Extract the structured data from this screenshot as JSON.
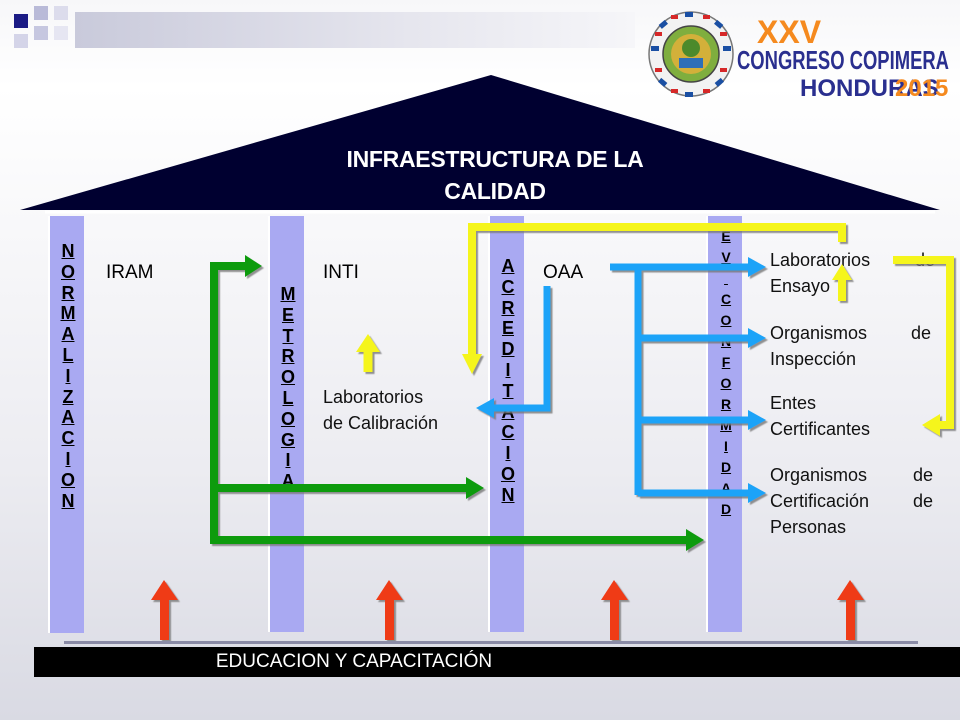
{
  "slide": {
    "roof_title_line1": "INFRAESTRUCTURA DE LA",
    "roof_title_line2": "CALIDAD",
    "base_text": "EDUCACION Y CAPACITACIÓN",
    "logo": {
      "numeral": "XXV",
      "line1": "CONGRESO COPIMERA",
      "line2_word": "HONDURAS",
      "line2_year": "2015"
    },
    "pillars": [
      {
        "letters": [
          "N",
          "O",
          "R",
          "M",
          "A",
          "L",
          "I",
          "Z",
          "A",
          "C",
          "I",
          "O",
          "N"
        ]
      },
      {
        "letters": [
          "M",
          "E",
          "T",
          "R",
          "O",
          "L",
          "O",
          "G",
          "I",
          "A"
        ]
      },
      {
        "letters": [
          "A",
          "C",
          "R",
          "E",
          "D",
          "I",
          "T",
          "A",
          "C",
          "I",
          "O",
          "N"
        ]
      },
      {
        "letters": [
          "E",
          "V",
          "",
          "C",
          "O",
          "N",
          "F",
          "O",
          "R",
          "M",
          "I",
          "D",
          "A",
          "D"
        ]
      }
    ],
    "orgs": {
      "iram": "IRAM",
      "inti": "INTI",
      "oaa": "OAA"
    },
    "calibration_lab": {
      "line1": "Laboratorios",
      "line2": "de Calibración"
    },
    "assessment_boxes": [
      {
        "line1": "Laboratorios de",
        "line2": "Ensayo"
      },
      {
        "line1": "Organismos de",
        "line2": "Inspección"
      },
      {
        "line1": "Entes",
        "line2": "Certificantes"
      },
      {
        "line1": "Organismos de",
        "line2": "Certificación de",
        "line3": "Personas"
      }
    ]
  },
  "colors": {
    "roof": "#000030",
    "pillar": "#a9a9f2",
    "green_arrow": "#0a9b0a",
    "blue_arrow": "#1ea3f8",
    "yellow_arrow": "#f5f51a",
    "red_arrow": "#ef3a16",
    "accent_navy": "#1b1b85",
    "logo_orange": "#f58a1f",
    "logo_blue": "#2a2f8f"
  },
  "icons": {
    "arrow_head": "triangle-arrowhead-icon",
    "seal": "copimera-seal-icon"
  }
}
